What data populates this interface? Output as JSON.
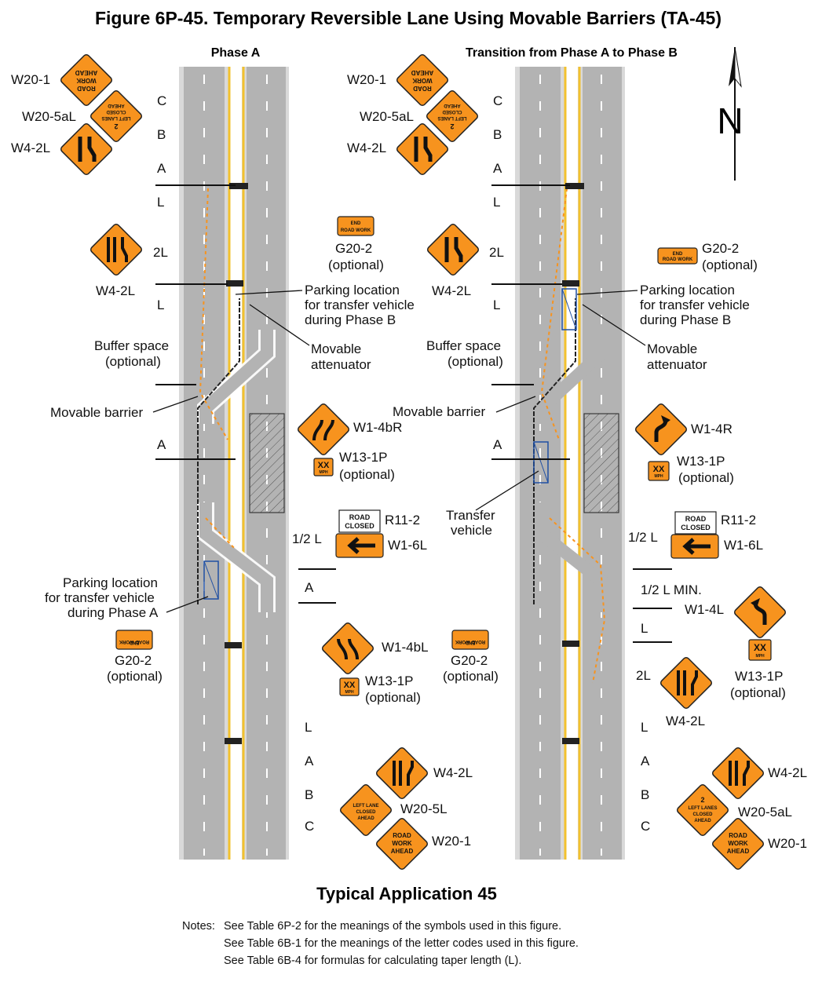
{
  "title": "Figure 6P-45.  Temporary Reversible Lane Using Movable Barriers (TA-45)",
  "subtitle": "Typical Application 45",
  "panels": {
    "left_heading": "Phase A",
    "right_heading": "Transition from Phase A to Phase B"
  },
  "north": "N",
  "colors": {
    "sign": "#f7931e",
    "road": "#b3b3b3",
    "shoulder": "#d9d9d9",
    "yellow": "#f2c12e",
    "barrier": "#1f4fa3"
  },
  "sign_codes": {
    "w20_1": "W20-1",
    "w20_5al": "W20-5aL",
    "w20_5l": "W20-5L",
    "w4_2l": "W4-2L",
    "g20_2": "G20-2",
    "w1_4br": "W1-4bR",
    "w1_4r": "W1-4R",
    "w1_4bl": "W1-4bL",
    "w1_4l": "W1-4L",
    "w13_1p": "W13-1P",
    "r11_2": "R11-2",
    "w1_6l": "W1-6L",
    "optional": "(optional)"
  },
  "sign_text": {
    "road_work_1": "ROAD",
    "road_work_2": "WORK",
    "road_work_3": "AHEAD",
    "two": "2",
    "left_lanes_1": "LEFT LANES",
    "left_lanes_2": "CLOSED",
    "left_lanes_3": "AHEAD",
    "left_lane_1": "LEFT LANE",
    "left_lane_2": "CLOSED",
    "left_lane_3": "AHEAD",
    "end_1": "END",
    "end_2": "ROAD WORK",
    "xx": "XX",
    "mph": "MPH",
    "road_closed_1": "ROAD",
    "road_closed_2": "CLOSED"
  },
  "labels": {
    "parking_b_1": "Parking location",
    "parking_b_2": "for transfer vehicle",
    "parking_b_3": "during Phase B",
    "buffer_1": "Buffer space",
    "buffer_2": "(optional)",
    "movable_barrier": "Movable barrier",
    "attenuator_1": "Movable",
    "attenuator_2": "attenuator",
    "parking_a_1": "Parking location",
    "parking_a_2": "for transfer vehicle",
    "parking_a_3": "during Phase A",
    "transfer_1": "Transfer",
    "transfer_2": "vehicle"
  },
  "dims": {
    "a": "A",
    "b": "B",
    "c": "C",
    "l": "L",
    "two_l": "2L",
    "half_l": "1/2 L",
    "half_l_min": "1/2 L MIN."
  },
  "notes": {
    "heading": "Notes:",
    "lines": [
      "See Table 6P-2 for the meanings of the symbols used in this figure.",
      "See Table 6B-1 for the meanings of the letter codes used in this figure.",
      "See Table 6B-4 for formulas for calculating taper length (L)."
    ]
  }
}
